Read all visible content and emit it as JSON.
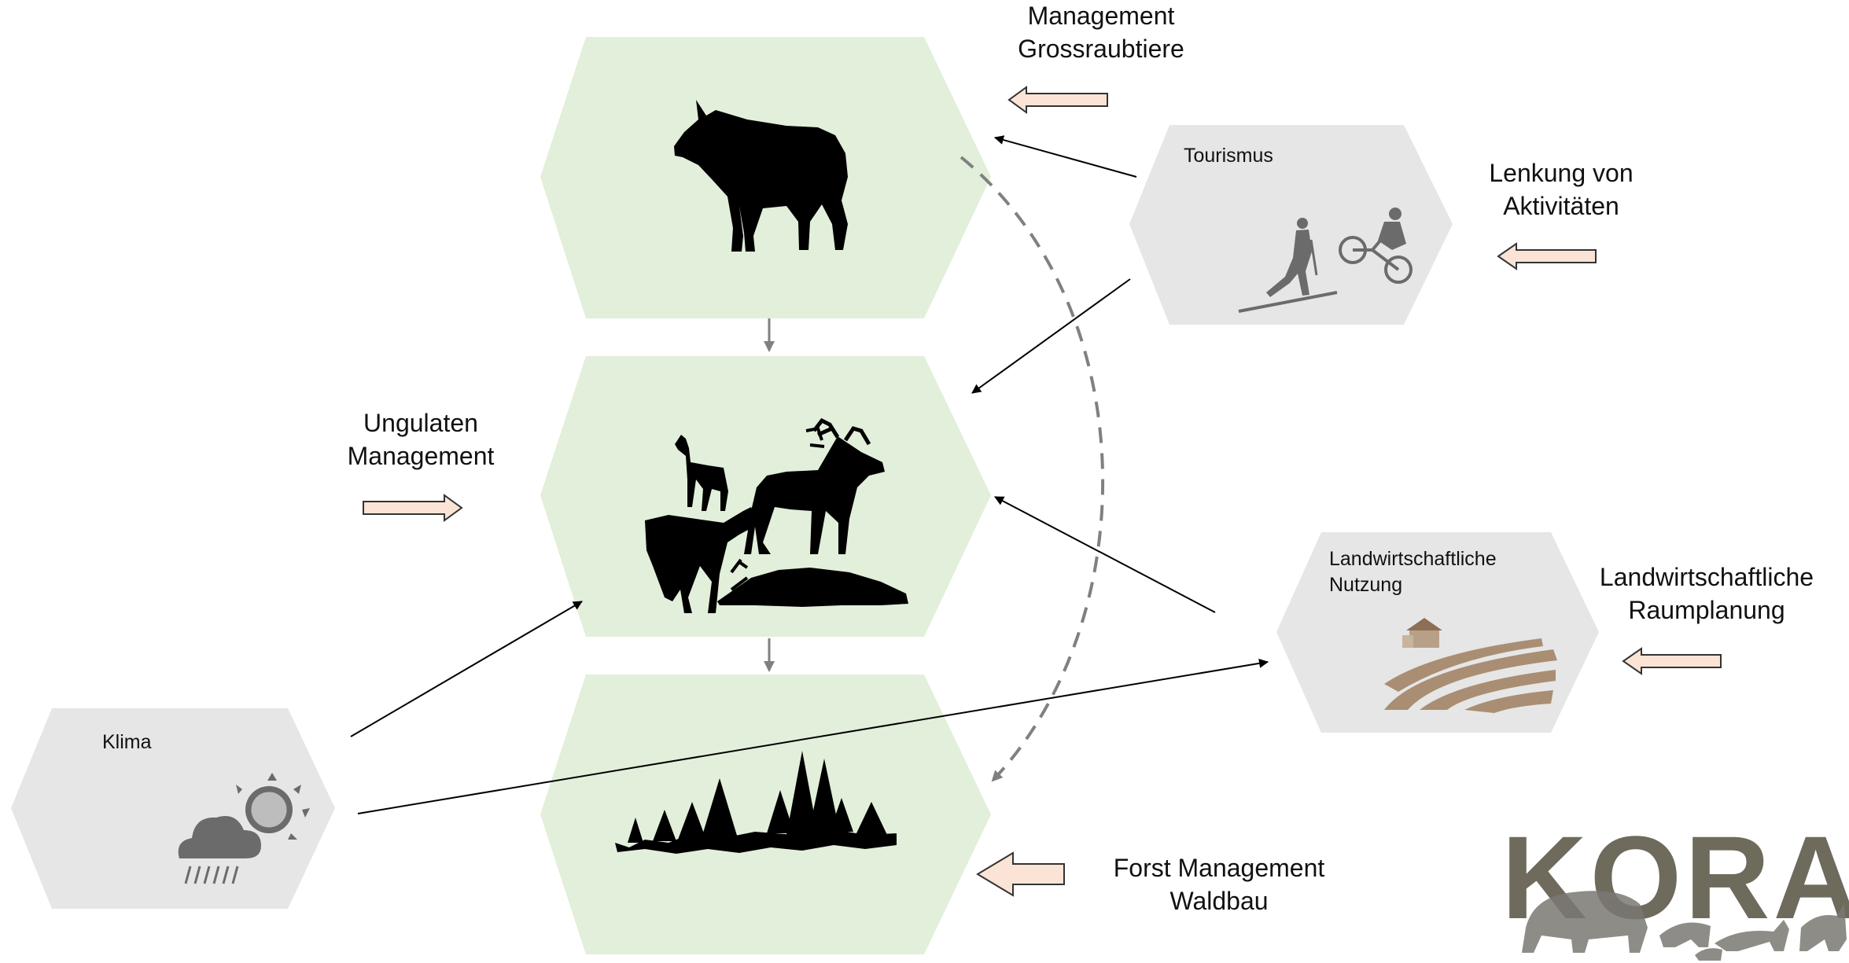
{
  "external_labels": {
    "management_grossraubtiere": "Management\nGrossraubtiere",
    "lenkung_aktivitaeten": "Lenkung von\nAktivitäten",
    "ungulaten_management": "Ungulaten\nManagement",
    "landwirtschaftliche_raumplanung": "Landwirtschaftliche\nRaumplanung",
    "forst_management": "Forst Management\nWaldbau"
  },
  "node_labels": {
    "tourismus": "Tourismus",
    "landwirtschaft": "Landwirtschaftliche\nNutzung",
    "klima": "Klima"
  },
  "logo": {
    "text": "KORA"
  },
  "colors": {
    "green_hex": "#e2efda",
    "gray_hex": "#e6e6e6",
    "arrow_fill": "#fbe4d5",
    "silhouette": "#000000",
    "icon_gray": "#6b6b6b",
    "field_brown": "#a98e73",
    "logo_text": "#6e6a5c"
  },
  "icons": {
    "wolf": "wolf-silhouette-icon",
    "ungulates": "ungulates-silhouette-icon",
    "forest": "forest-silhouette-icon",
    "tourism": "skier-and-cyclist-icon",
    "farm": "farmland-icon",
    "weather": "cloud-sun-rain-icon"
  }
}
